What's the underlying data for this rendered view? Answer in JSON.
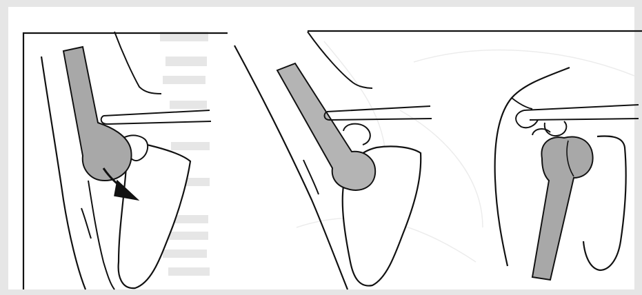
{
  "figure": {
    "panels": [
      {
        "view": "shoulder-dislocation-lateral",
        "has_direction_arrow": true
      },
      {
        "view": "shoulder-normal-lateral",
        "has_direction_arrow": false
      },
      {
        "view": "shoulder-normal-anterior",
        "has_direction_arrow": false
      }
    ],
    "colors": {
      "background": "#ffffff",
      "page_bleed": "#e6e6e6",
      "ink": "#111111",
      "bone_fill": "#a8a8a8",
      "bone_fill_light": "#b4b4b4"
    },
    "icons": [
      "direction-arrow-icon"
    ]
  }
}
